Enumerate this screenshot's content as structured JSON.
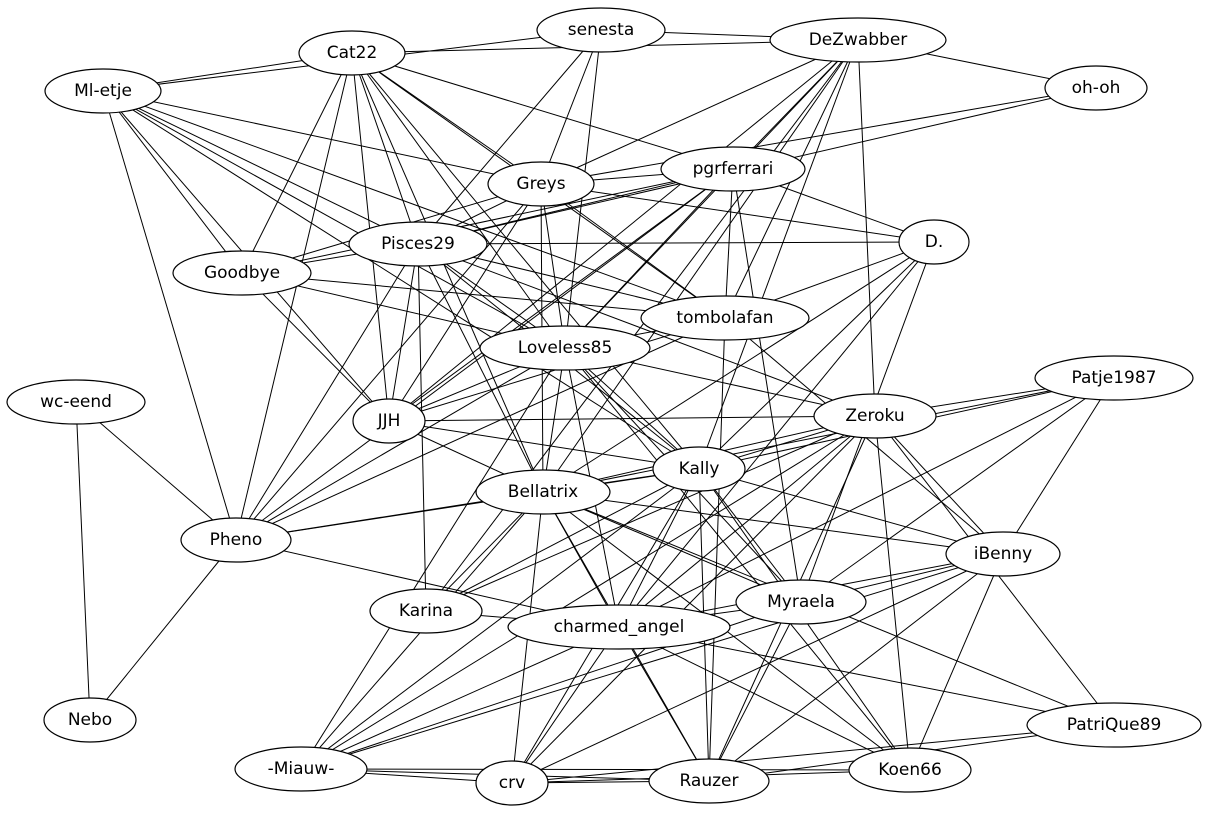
{
  "graph": {
    "line_color": "#000000",
    "background": "#ffffff",
    "nodes": [
      {
        "id": "senesta",
        "label": "senesta"
      },
      {
        "id": "dezwabber",
        "label": "DeZwabber"
      },
      {
        "id": "cat22",
        "label": "Cat22"
      },
      {
        "id": "ohoh",
        "label": "oh-oh"
      },
      {
        "id": "mletje",
        "label": "Ml-etje"
      },
      {
        "id": "greys",
        "label": "Greys"
      },
      {
        "id": "pgrferrari",
        "label": "pgrferrari"
      },
      {
        "id": "d",
        "label": "D."
      },
      {
        "id": "pisces29",
        "label": "Pisces29"
      },
      {
        "id": "goodbye",
        "label": "Goodbye"
      },
      {
        "id": "tombolafan",
        "label": "tombolafan"
      },
      {
        "id": "loveless85",
        "label": "Loveless85"
      },
      {
        "id": "patje1987",
        "label": "Patje1987"
      },
      {
        "id": "wceend",
        "label": "wc-eend"
      },
      {
        "id": "zeroku",
        "label": "Zeroku"
      },
      {
        "id": "jjh",
        "label": "JJH"
      },
      {
        "id": "kally",
        "label": "Kally"
      },
      {
        "id": "bellatrix",
        "label": "Bellatrix"
      },
      {
        "id": "pheno",
        "label": "Pheno"
      },
      {
        "id": "ibenny",
        "label": "iBenny"
      },
      {
        "id": "myraela",
        "label": "Myraela"
      },
      {
        "id": "karina",
        "label": "Karina"
      },
      {
        "id": "charmed",
        "label": "charmed_angel"
      },
      {
        "id": "nebo",
        "label": "Nebo"
      },
      {
        "id": "patrique89",
        "label": "PatriQue89"
      },
      {
        "id": "miauw",
        "label": "-Miauw-"
      },
      {
        "id": "koen66",
        "label": "Koen66"
      },
      {
        "id": "rauzer",
        "label": "Rauzer"
      },
      {
        "id": "crv",
        "label": "crv"
      }
    ],
    "edges": [
      [
        "mletje",
        "cat22"
      ],
      [
        "mletje",
        "senesta"
      ],
      [
        "mletje",
        "greys"
      ],
      [
        "mletje",
        "pisces29"
      ],
      [
        "mletje",
        "goodbye"
      ],
      [
        "mletje",
        "jjh"
      ],
      [
        "mletje",
        "pheno"
      ],
      [
        "mletje",
        "tombolafan"
      ],
      [
        "mletje",
        "loveless85"
      ],
      [
        "mletje",
        "kally"
      ],
      [
        "cat22",
        "dezwabber"
      ],
      [
        "cat22",
        "greys"
      ],
      [
        "cat22",
        "pgrferrari"
      ],
      [
        "cat22",
        "pisces29"
      ],
      [
        "cat22",
        "goodbye"
      ],
      [
        "cat22",
        "jjh"
      ],
      [
        "cat22",
        "loveless85"
      ],
      [
        "cat22",
        "tombolafan"
      ],
      [
        "cat22",
        "pheno"
      ],
      [
        "cat22",
        "bellatrix"
      ],
      [
        "cat22",
        "kally"
      ],
      [
        "senesta",
        "dezwabber"
      ],
      [
        "senesta",
        "greys"
      ],
      [
        "senesta",
        "loveless85"
      ],
      [
        "senesta",
        "pisces29"
      ],
      [
        "dezwabber",
        "ohoh"
      ],
      [
        "dezwabber",
        "greys"
      ],
      [
        "dezwabber",
        "pgrferrari"
      ],
      [
        "dezwabber",
        "loveless85"
      ],
      [
        "dezwabber",
        "tombolafan"
      ],
      [
        "dezwabber",
        "jjh"
      ],
      [
        "dezwabber",
        "kally"
      ],
      [
        "dezwabber",
        "zeroku"
      ],
      [
        "dezwabber",
        "bellatrix"
      ],
      [
        "dezwabber",
        "karina"
      ],
      [
        "ohoh",
        "greys"
      ],
      [
        "ohoh",
        "pisces29"
      ],
      [
        "greys",
        "pisces29"
      ],
      [
        "greys",
        "goodbye"
      ],
      [
        "greys",
        "loveless85"
      ],
      [
        "greys",
        "jjh"
      ],
      [
        "greys",
        "d"
      ],
      [
        "greys",
        "pgrferrari"
      ],
      [
        "greys",
        "tombolafan"
      ],
      [
        "greys",
        "pheno"
      ],
      [
        "greys",
        "bellatrix"
      ],
      [
        "pgrferrari",
        "pisces29"
      ],
      [
        "pgrferrari",
        "loveless85"
      ],
      [
        "pgrferrari",
        "jjh"
      ],
      [
        "pgrferrari",
        "d"
      ],
      [
        "pgrferrari",
        "tombolafan"
      ],
      [
        "pgrferrari",
        "pheno"
      ],
      [
        "pgrferrari",
        "myraela"
      ],
      [
        "pgrferrari",
        "goodbye"
      ],
      [
        "d",
        "pisces29"
      ],
      [
        "d",
        "tombolafan"
      ],
      [
        "d",
        "kally"
      ],
      [
        "d",
        "bellatrix"
      ],
      [
        "d",
        "charmed"
      ],
      [
        "d",
        "myraela"
      ],
      [
        "pisces29",
        "goodbye"
      ],
      [
        "pisces29",
        "jjh"
      ],
      [
        "pisces29",
        "loveless85"
      ],
      [
        "pisces29",
        "tombolafan"
      ],
      [
        "pisces29",
        "bellatrix"
      ],
      [
        "pisces29",
        "karina"
      ],
      [
        "pisces29",
        "kally"
      ],
      [
        "pisces29",
        "pheno"
      ],
      [
        "pisces29",
        "zeroku"
      ],
      [
        "goodbye",
        "jjh"
      ],
      [
        "goodbye",
        "loveless85"
      ],
      [
        "goodbye",
        "tombolafan"
      ],
      [
        "tombolafan",
        "jjh"
      ],
      [
        "tombolafan",
        "pheno"
      ],
      [
        "tombolafan",
        "loveless85"
      ],
      [
        "tombolafan",
        "ibenny"
      ],
      [
        "tombolafan",
        "rauzer"
      ],
      [
        "loveless85",
        "jjh"
      ],
      [
        "loveless85",
        "zeroku"
      ],
      [
        "loveless85",
        "kally"
      ],
      [
        "loveless85",
        "bellatrix"
      ],
      [
        "loveless85",
        "pheno"
      ],
      [
        "loveless85",
        "charmed"
      ],
      [
        "loveless85",
        "koen66"
      ],
      [
        "loveless85",
        "miauw"
      ],
      [
        "loveless85",
        "myraela"
      ],
      [
        "patje1987",
        "zeroku"
      ],
      [
        "patje1987",
        "kally"
      ],
      [
        "patje1987",
        "bellatrix"
      ],
      [
        "patje1987",
        "ibenny"
      ],
      [
        "patje1987",
        "myraela"
      ],
      [
        "patje1987",
        "charmed"
      ],
      [
        "wceend",
        "pheno"
      ],
      [
        "wceend",
        "nebo"
      ],
      [
        "zeroku",
        "jjh"
      ],
      [
        "zeroku",
        "kally"
      ],
      [
        "zeroku",
        "bellatrix"
      ],
      [
        "zeroku",
        "ibenny"
      ],
      [
        "zeroku",
        "charmed"
      ],
      [
        "zeroku",
        "koen66"
      ],
      [
        "zeroku",
        "patrique89"
      ],
      [
        "zeroku",
        "miauw"
      ],
      [
        "zeroku",
        "crv"
      ],
      [
        "zeroku",
        "rauzer"
      ],
      [
        "zeroku",
        "karina"
      ],
      [
        "jjh",
        "kally"
      ],
      [
        "jjh",
        "bellatrix"
      ],
      [
        "kally",
        "bellatrix"
      ],
      [
        "kally",
        "ibenny"
      ],
      [
        "kally",
        "myraela"
      ],
      [
        "kally",
        "charmed"
      ],
      [
        "kally",
        "karina"
      ],
      [
        "kally",
        "koen66"
      ],
      [
        "kally",
        "crv"
      ],
      [
        "kally",
        "rauzer"
      ],
      [
        "kally",
        "miauw"
      ],
      [
        "bellatrix",
        "pheno"
      ],
      [
        "bellatrix",
        "ibenny"
      ],
      [
        "bellatrix",
        "charmed"
      ],
      [
        "bellatrix",
        "koen66"
      ],
      [
        "bellatrix",
        "patrique89"
      ],
      [
        "bellatrix",
        "crv"
      ],
      [
        "bellatrix",
        "rauzer"
      ],
      [
        "bellatrix",
        "myraela"
      ],
      [
        "bellatrix",
        "karina"
      ],
      [
        "bellatrix",
        "miauw"
      ],
      [
        "pheno",
        "nebo"
      ],
      [
        "pheno",
        "charmed"
      ],
      [
        "pheno",
        "kally"
      ],
      [
        "ibenny",
        "myraela"
      ],
      [
        "ibenny",
        "charmed"
      ],
      [
        "ibenny",
        "koen66"
      ],
      [
        "ibenny",
        "rauzer"
      ],
      [
        "ibenny",
        "crv"
      ],
      [
        "ibenny",
        "miauw"
      ],
      [
        "myraela",
        "charmed"
      ],
      [
        "myraela",
        "miauw"
      ],
      [
        "myraela",
        "rauzer"
      ],
      [
        "karina",
        "charmed"
      ],
      [
        "charmed",
        "patrique89"
      ],
      [
        "charmed",
        "koen66"
      ],
      [
        "charmed",
        "miauw"
      ],
      [
        "charmed",
        "crv"
      ],
      [
        "charmed",
        "rauzer"
      ],
      [
        "patrique89",
        "crv"
      ],
      [
        "patrique89",
        "rauzer"
      ],
      [
        "miauw",
        "crv"
      ],
      [
        "miauw",
        "rauzer"
      ],
      [
        "miauw",
        "koen66"
      ],
      [
        "koen66",
        "crv"
      ],
      [
        "rauzer",
        "crv"
      ]
    ]
  }
}
